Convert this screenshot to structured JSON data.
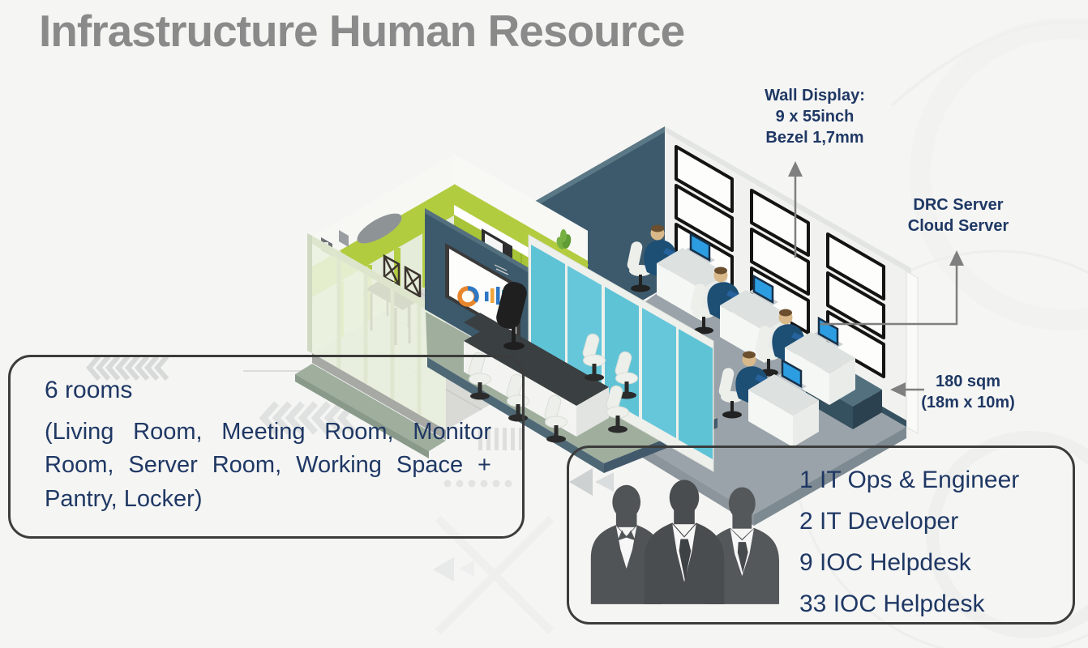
{
  "slide": {
    "title": "Infrastructure Human Resource"
  },
  "callouts": {
    "wall_display": {
      "lines": [
        "Wall Display:",
        "9 x 55inch",
        "Bezel 1,7mm"
      ]
    },
    "server": {
      "lines": [
        "DRC Server",
        "Cloud Server"
      ]
    },
    "area": {
      "lines": [
        "180 sqm",
        "(18m x 10m)"
      ]
    }
  },
  "rooms_box": {
    "heading": "6 rooms",
    "detail": "(Living Room, Meeting Room, Monitor Room, Server Room, Working Space + Pantry, Locker)"
  },
  "staff_box": {
    "items": [
      "1 IT Ops & Engineer",
      "2 IT Developer",
      "9 IOC Helpdesk",
      "33 IOC Helpdesk"
    ]
  },
  "illustration": {
    "wall_display_count": 9,
    "workstation_count": 4
  },
  "colors": {
    "title_gray": "#8a8a8a",
    "text_navy": "#1f3864",
    "box_border": "#3c3c3c",
    "arrow_gray": "#7f7f7f",
    "teal_wall": "#3c5a6c",
    "glass_cyan": "#5fc3d6",
    "lime_cabinet": "#b2cc40",
    "meeting_floor_sage": "#9fae9d",
    "work_floor_gray": "#9aa3a9",
    "worker_navy": "#1d4e74",
    "laptop_blue": "#2d9de2",
    "silhouette_gray": "#4a4d4f"
  }
}
